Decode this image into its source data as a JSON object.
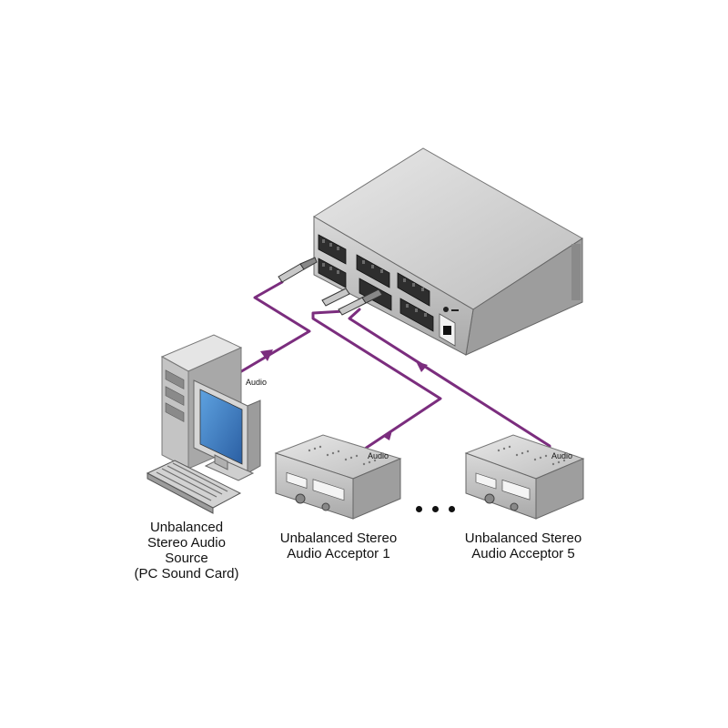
{
  "labels": {
    "source": [
      "Unbalanced",
      "Stereo Audio",
      "Source",
      "(PC Sound Card)"
    ],
    "acceptor_1": [
      "Unbalanced Stereo",
      "Audio Acceptor 1"
    ],
    "acceptor_5": [
      "Unbalanced Stereo",
      "Audio Acceptor 5"
    ]
  },
  "cables": {
    "source_audio": "Audio",
    "acceptor_1_audio": "Audio",
    "acceptor_5_audio": "Audio"
  },
  "icons": {
    "device": "audio-distribution-amplifier-icon",
    "computer": "pc-tower-icon",
    "monitor": "monitor-icon",
    "keyboard": "keyboard-icon",
    "receiver": "stereo-receiver-icon",
    "ellipsis": "ellipsis-icon"
  },
  "colors": {
    "cable": "#7b2d7e",
    "device_body": "#c9c9c9",
    "monitor_screen": "#3a7fc4"
  }
}
